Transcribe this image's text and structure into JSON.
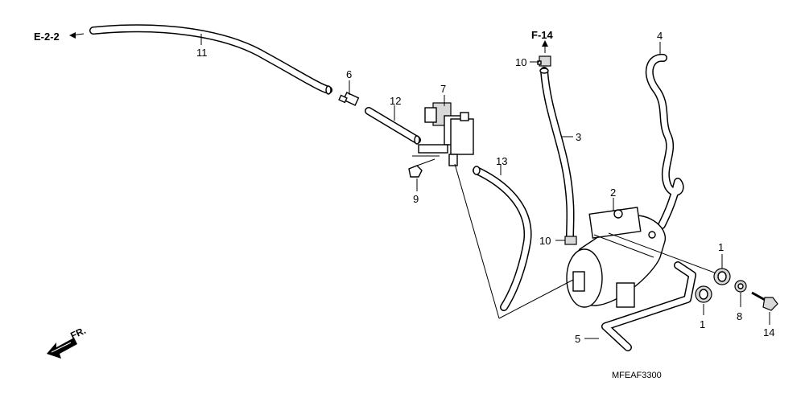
{
  "refs": {
    "e22": "E-2-2",
    "f14": "F-14"
  },
  "direction": {
    "label": "FR."
  },
  "diagram_code": "MFEAF3300",
  "callouts": {
    "c1a": "1",
    "c1b": "1",
    "c2": "2",
    "c3": "3",
    "c4": "4",
    "c5": "5",
    "c6": "6",
    "c7": "7",
    "c8": "8",
    "c9": "9",
    "c10a": "10",
    "c10b": "10",
    "c11": "11",
    "c12": "12",
    "c13": "13",
    "c14": "14"
  }
}
